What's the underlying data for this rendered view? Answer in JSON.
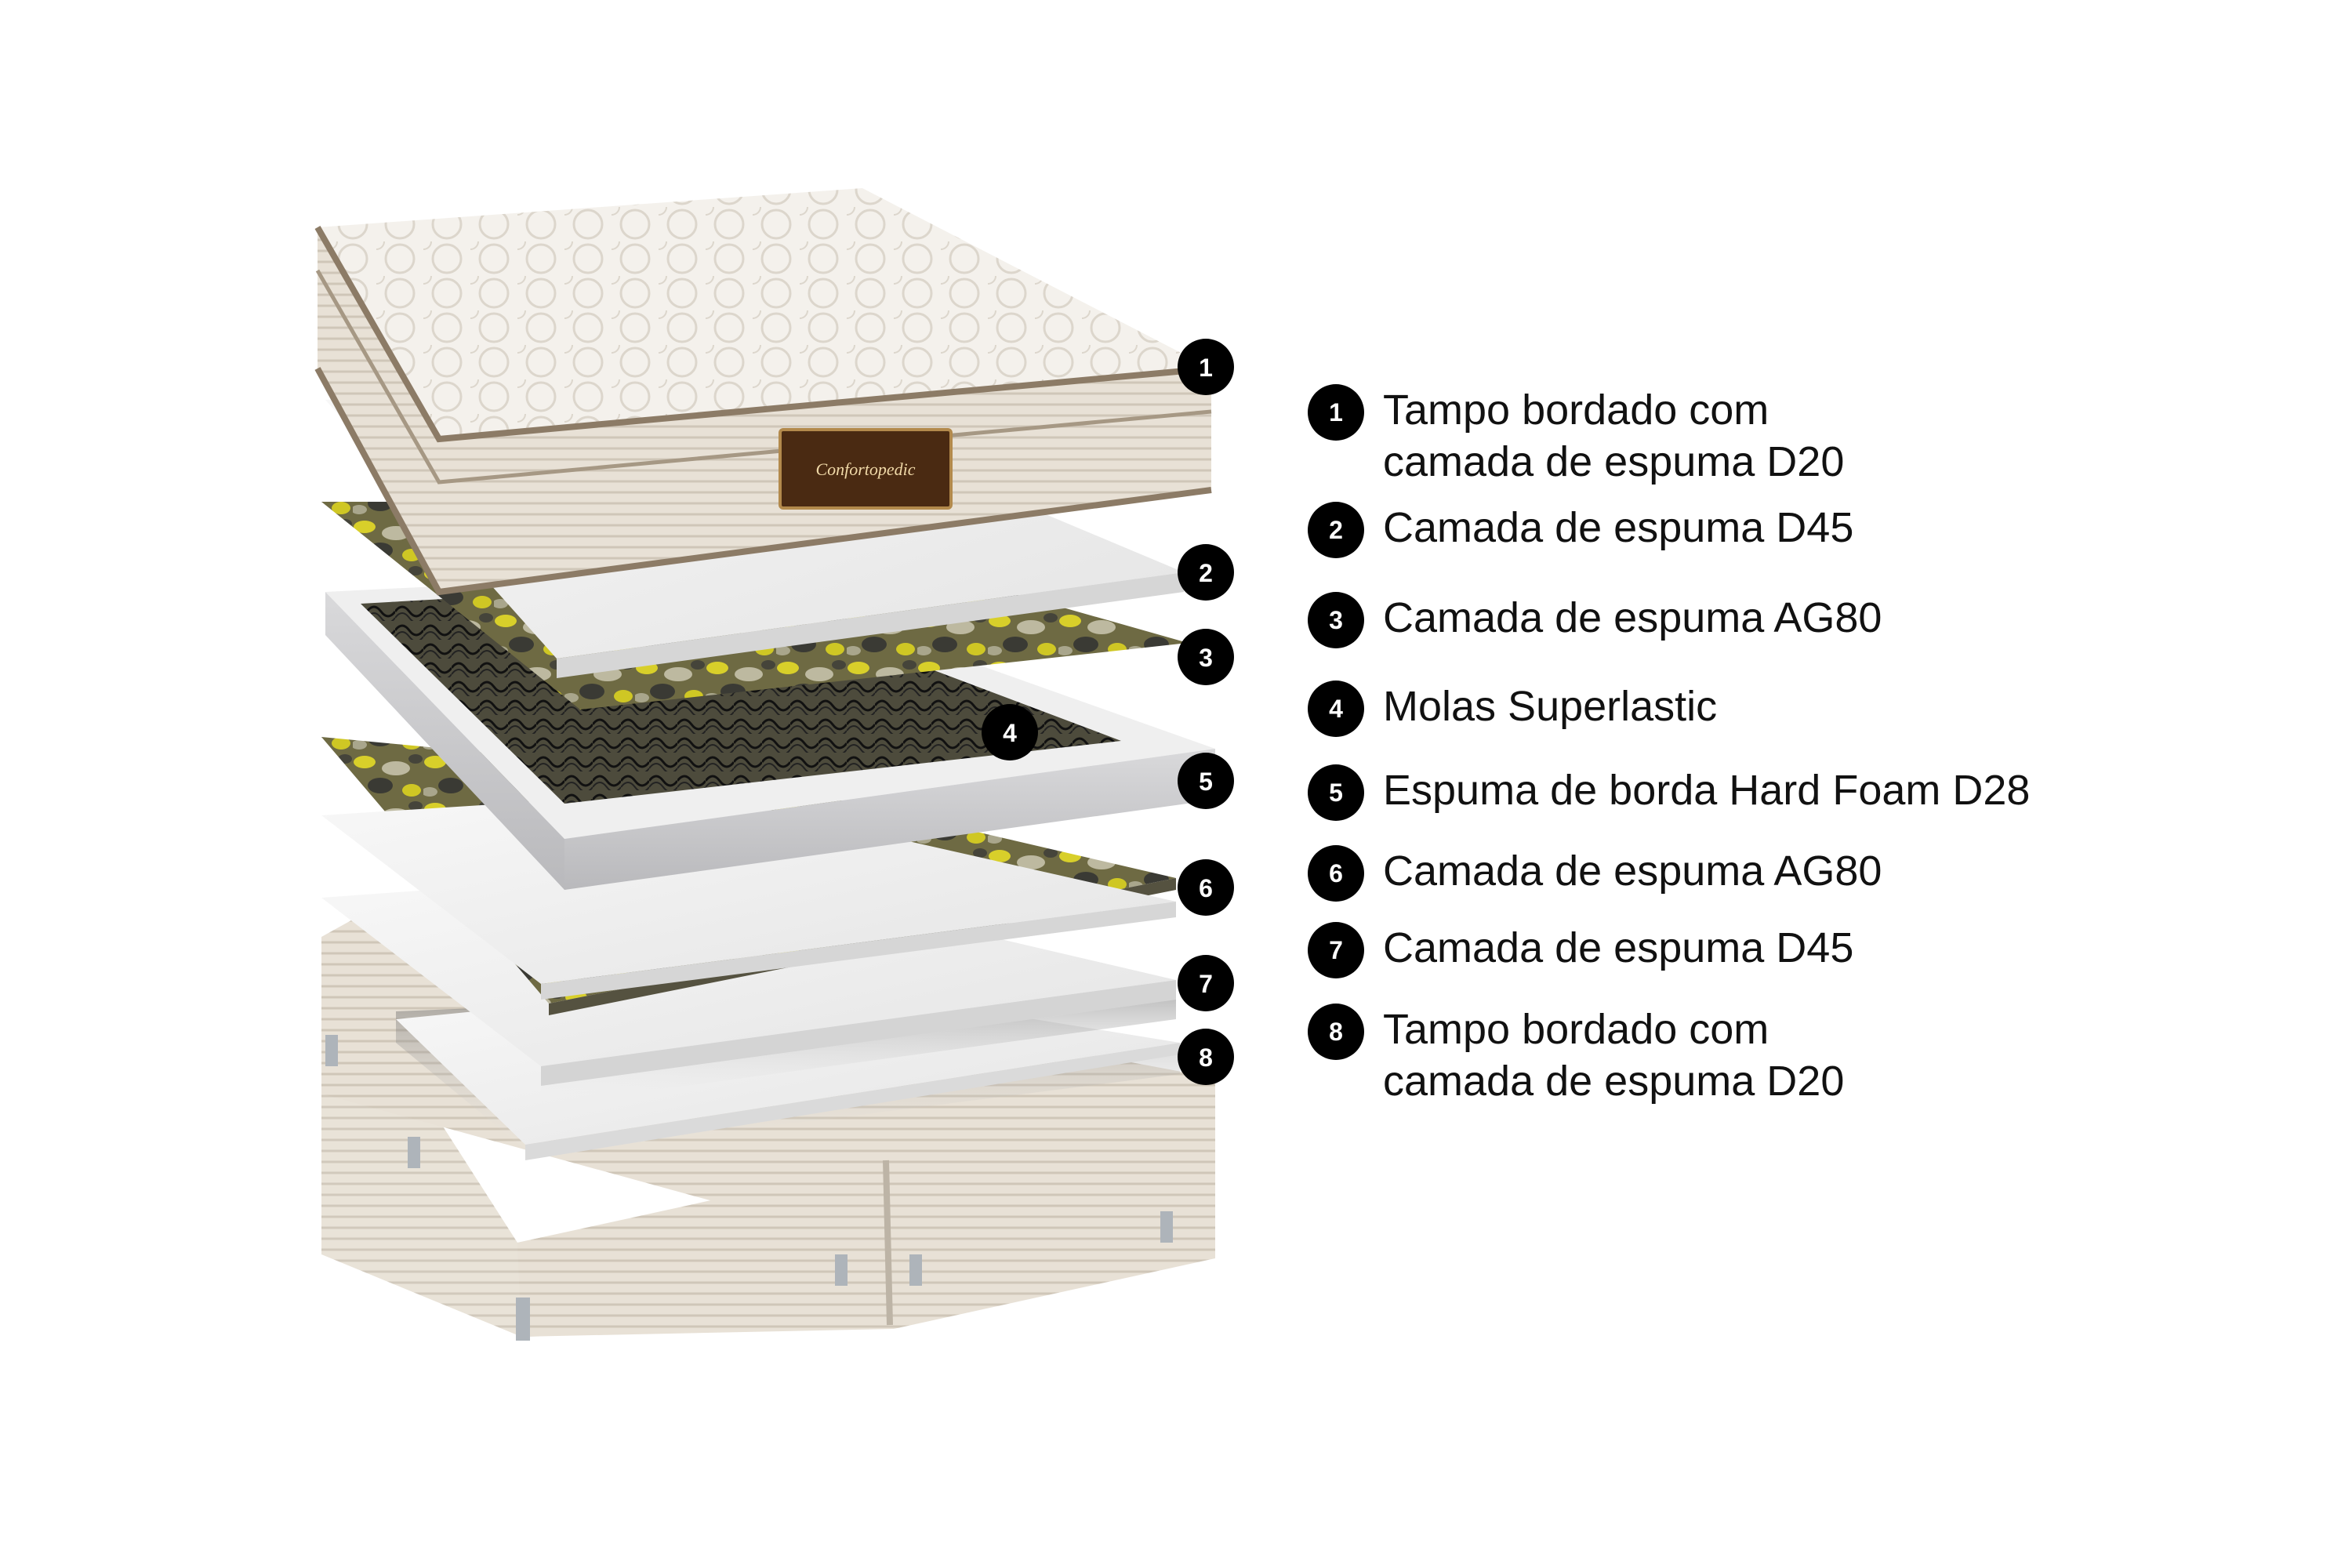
{
  "product": {
    "brand_label": "Confortopedic"
  },
  "colors": {
    "background": "#ffffff",
    "badge": "#000000",
    "fabric": "#e9e2d8",
    "foam_white": "#f3f3f3",
    "foam_mottled_base": "#6e6a43",
    "foam_yellow": "#d8cf2a",
    "edge_foam": "#cfcfd1",
    "brand_plate": "#4a2a12"
  },
  "diagram_badges": [
    "1",
    "2",
    "3",
    "4",
    "5",
    "6",
    "7",
    "8"
  ],
  "legend": [
    {
      "number": "1",
      "text": "Tampo bordado com\ncamada de espuma D20"
    },
    {
      "number": "2",
      "text": "Camada de espuma D45"
    },
    {
      "number": "3",
      "text": "Camada de espuma AG80"
    },
    {
      "number": "4",
      "text": "Molas Superlastic"
    },
    {
      "number": "5",
      "text": "Espuma de borda Hard Foam D28"
    },
    {
      "number": "6",
      "text": "Camada de espuma AG80"
    },
    {
      "number": "7",
      "text": "Camada de espuma D45"
    },
    {
      "number": "8",
      "text": "Tampo bordado com\ncamada de espuma D20"
    }
  ]
}
